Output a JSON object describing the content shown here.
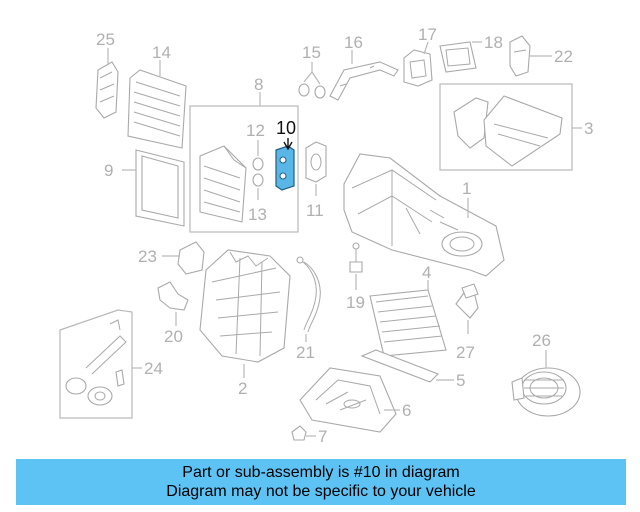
{
  "diagram": {
    "callouts": {
      "c1": "1",
      "c2": "2",
      "c3": "3",
      "c4": "4",
      "c5": "5",
      "c6": "6",
      "c7": "7",
      "c8": "8",
      "c9": "9",
      "c10": "10",
      "c11": "11",
      "c12": "12",
      "c13": "13",
      "c14": "14",
      "c15": "15",
      "c16": "16",
      "c17": "17",
      "c18": "18",
      "c19": "19",
      "c20": "20",
      "c21": "21",
      "c22": "22",
      "c23": "23",
      "c24": "24",
      "c25": "25",
      "c26": "26",
      "c27": "27"
    },
    "highlight_color": "#5ab6e6",
    "line_color": "#b9b9b9"
  },
  "banner": {
    "line1": "Part or sub-assembly is #10 in diagram",
    "line2": "Diagram may not be specific to your vehicle",
    "background": "#5cc3f4"
  }
}
